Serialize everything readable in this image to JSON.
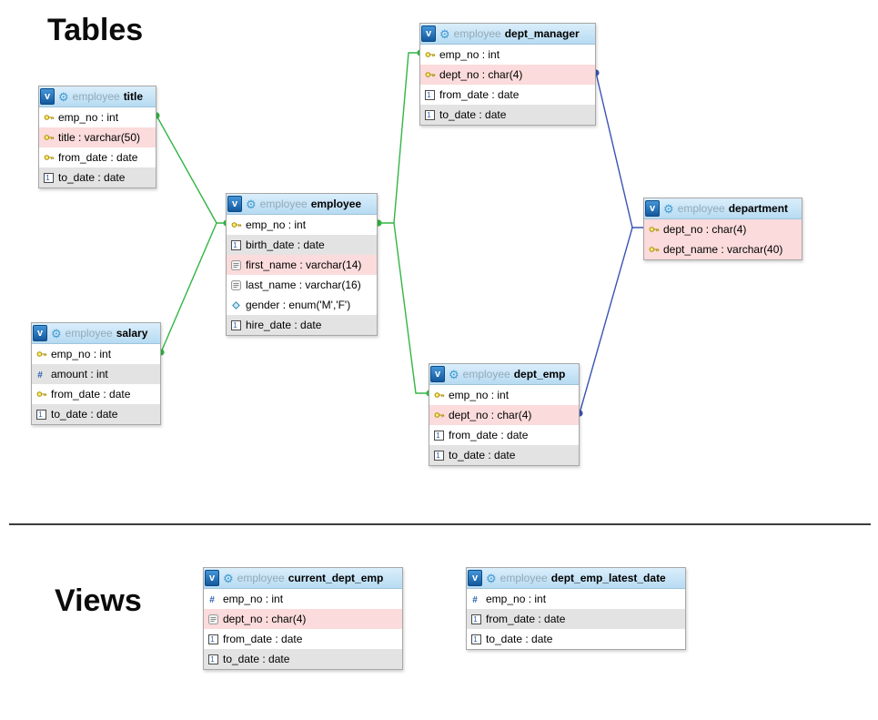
{
  "headings": {
    "tables": "Tables",
    "views": "Views"
  },
  "icons": {
    "view_badge_label": "v",
    "gear_glyph": "⚙"
  },
  "colors": {
    "relation_green": "#32b643",
    "relation_blue": "#3a54b4",
    "row_white": "#ffffff",
    "row_gray": "#e3e3e3",
    "row_pink": "#fbdbdb",
    "badge_blue": "#1d6cba",
    "schema_text": "#93a9b8"
  },
  "diagram": {
    "schema_name": "employee",
    "tables": [
      {
        "id": "title",
        "schema": "employee",
        "name": "title",
        "kind": "table",
        "columns": [
          {
            "icon": "key-icon",
            "text": "emp_no : int",
            "bg": "white"
          },
          {
            "icon": "key-icon",
            "text": "title : varchar(50)",
            "bg": "pink"
          },
          {
            "icon": "key-icon",
            "text": "from_date : date",
            "bg": "white"
          },
          {
            "icon": "date-icon",
            "text": "to_date : date",
            "bg": "gray"
          }
        ]
      },
      {
        "id": "employee",
        "schema": "employee",
        "name": "employee",
        "kind": "table",
        "columns": [
          {
            "icon": "key-icon",
            "text": "emp_no : int",
            "bg": "white"
          },
          {
            "icon": "date-icon",
            "text": "birth_date : date",
            "bg": "gray"
          },
          {
            "icon": "text-icon",
            "text": "first_name : varchar(14)",
            "bg": "pink"
          },
          {
            "icon": "text-icon",
            "text": "last_name : varchar(16)",
            "bg": "white"
          },
          {
            "icon": "enum-icon",
            "text": "gender : enum('M','F')",
            "bg": "white"
          },
          {
            "icon": "date-icon",
            "text": "hire_date : date",
            "bg": "gray"
          }
        ]
      },
      {
        "id": "salary",
        "schema": "employee",
        "name": "salary",
        "kind": "table",
        "columns": [
          {
            "icon": "key-icon",
            "text": "emp_no : int",
            "bg": "white"
          },
          {
            "icon": "int-icon",
            "text": "amount : int",
            "bg": "gray"
          },
          {
            "icon": "key-icon",
            "text": "from_date : date",
            "bg": "white"
          },
          {
            "icon": "date-icon",
            "text": "to_date : date",
            "bg": "gray"
          }
        ]
      },
      {
        "id": "dept_manager",
        "schema": "employee",
        "name": "dept_manager",
        "kind": "table",
        "columns": [
          {
            "icon": "key-icon",
            "text": "emp_no : int",
            "bg": "white"
          },
          {
            "icon": "key-icon",
            "text": "dept_no : char(4)",
            "bg": "pink"
          },
          {
            "icon": "date-icon",
            "text": "from_date : date",
            "bg": "white"
          },
          {
            "icon": "date-icon",
            "text": "to_date : date",
            "bg": "gray"
          }
        ]
      },
      {
        "id": "dept_emp",
        "schema": "employee",
        "name": "dept_emp",
        "kind": "table",
        "columns": [
          {
            "icon": "key-icon",
            "text": "emp_no : int",
            "bg": "white"
          },
          {
            "icon": "key-icon",
            "text": "dept_no : char(4)",
            "bg": "pink"
          },
          {
            "icon": "date-icon",
            "text": "from_date : date",
            "bg": "white"
          },
          {
            "icon": "date-icon",
            "text": "to_date : date",
            "bg": "gray"
          }
        ]
      },
      {
        "id": "department",
        "schema": "employee",
        "name": "department",
        "kind": "table",
        "columns": [
          {
            "icon": "key-icon",
            "text": "dept_no : char(4)",
            "bg": "pink"
          },
          {
            "icon": "key-icon",
            "text": "dept_name : varchar(40)",
            "bg": "pink"
          }
        ]
      },
      {
        "id": "current_dept_emp",
        "schema": "employee",
        "name": "current_dept_emp",
        "kind": "view",
        "columns": [
          {
            "icon": "int-icon",
            "text": "emp_no : int",
            "bg": "white"
          },
          {
            "icon": "text-icon",
            "text": "dept_no : char(4)",
            "bg": "pink"
          },
          {
            "icon": "date-icon",
            "text": "from_date : date",
            "bg": "white"
          },
          {
            "icon": "date-icon",
            "text": "to_date : date",
            "bg": "gray"
          }
        ]
      },
      {
        "id": "dept_emp_latest_date",
        "schema": "employee",
        "name": "dept_emp_latest_date",
        "kind": "view",
        "columns": [
          {
            "icon": "int-icon",
            "text": "emp_no : int",
            "bg": "white"
          },
          {
            "icon": "date-icon",
            "text": "from_date : date",
            "bg": "gray"
          },
          {
            "icon": "date-icon",
            "text": "to_date : date",
            "bg": "white"
          }
        ]
      }
    ],
    "relations": [
      {
        "from": "title",
        "to": "employee",
        "color": "green"
      },
      {
        "from": "salary",
        "to": "employee",
        "color": "green"
      },
      {
        "from": "employee",
        "to": "dept_manager",
        "color": "green"
      },
      {
        "from": "employee",
        "to": "dept_emp",
        "color": "green"
      },
      {
        "from": "dept_manager",
        "to": "department",
        "color": "blue"
      },
      {
        "from": "dept_emp",
        "to": "department",
        "color": "blue"
      }
    ]
  }
}
